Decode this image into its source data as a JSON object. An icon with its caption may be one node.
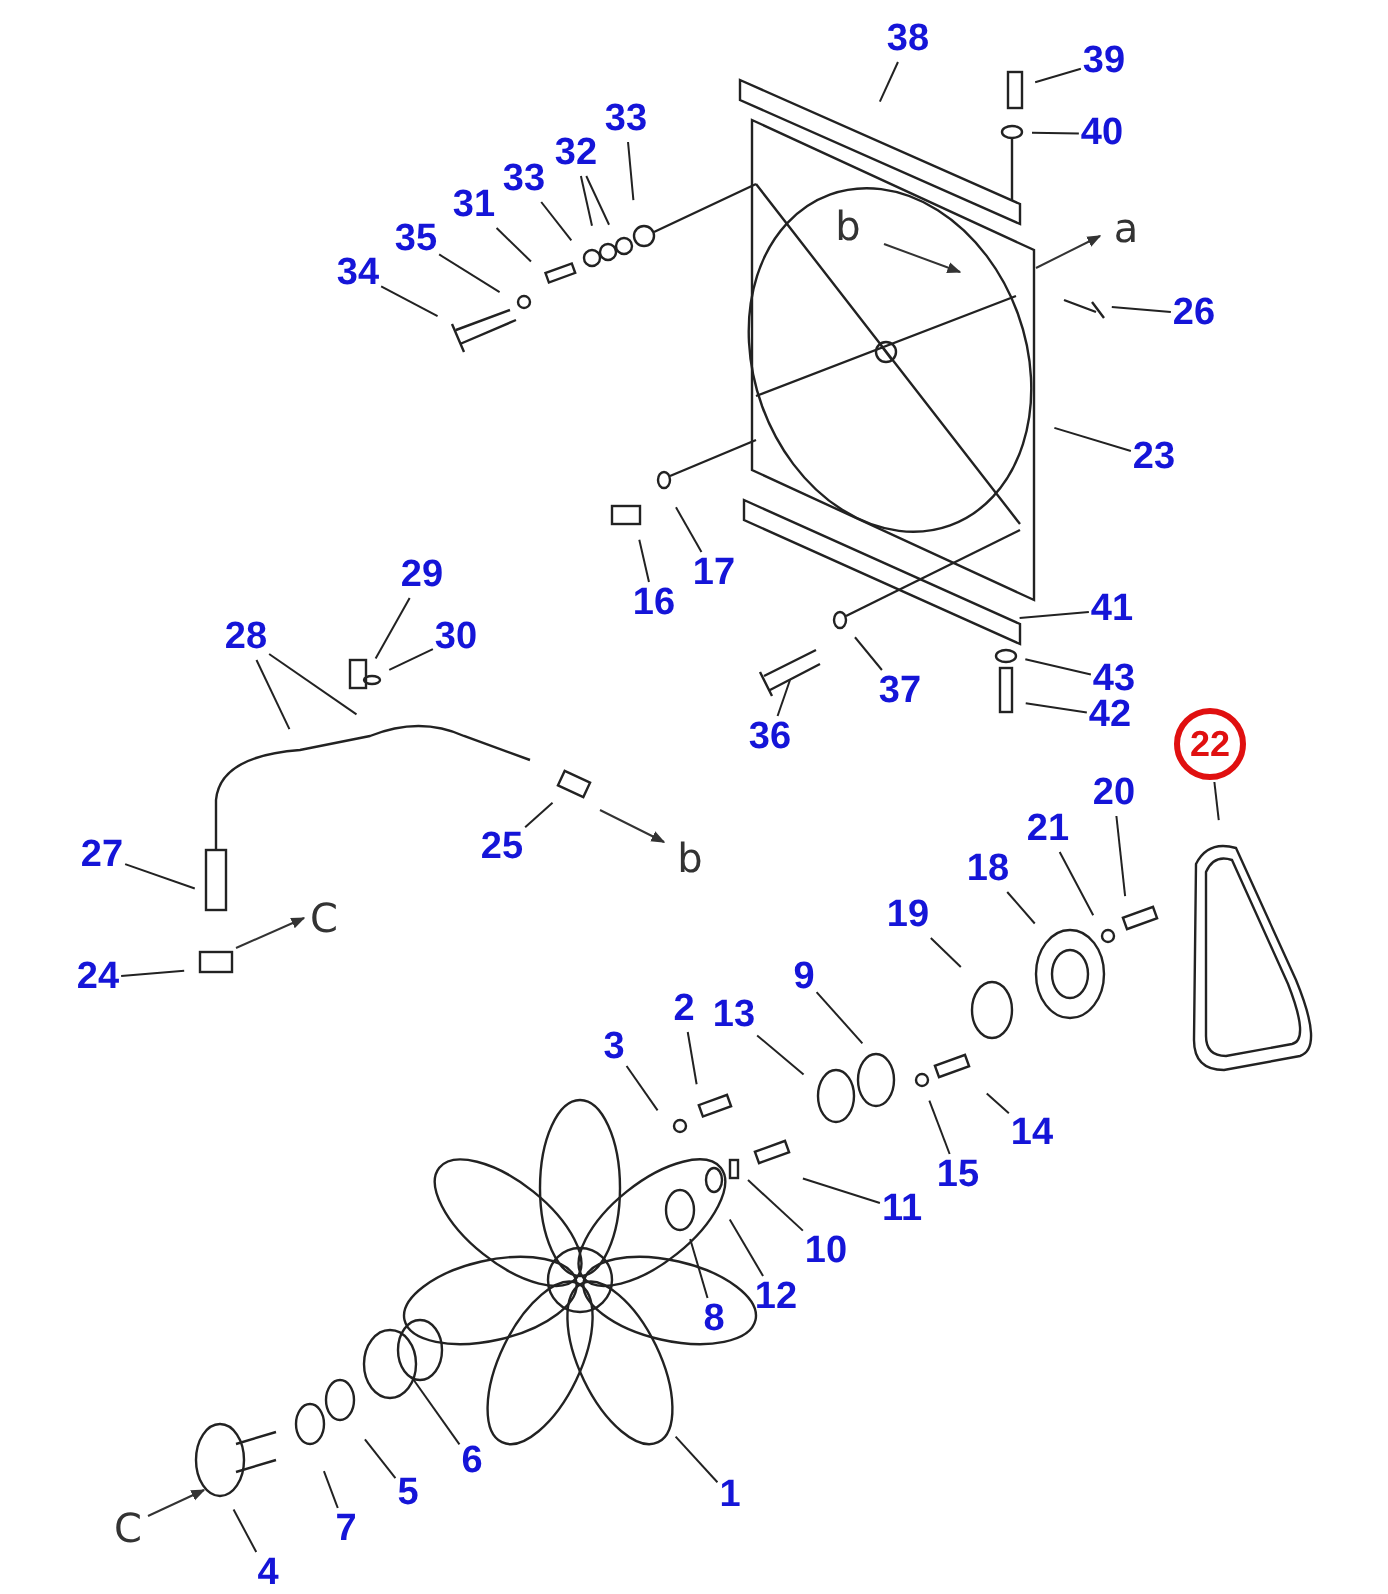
{
  "diagram": {
    "nodes": [
      {
        "text": [
          "38"
        ]
      },
      {
        "text": [
          "39"
        ]
      },
      {
        "text": [
          "33"
        ]
      },
      {
        "text": [
          "40"
        ]
      },
      {
        "text": [
          "32"
        ]
      },
      {
        "text": [
          "33"
        ]
      },
      {
        "text": [
          "31"
        ]
      },
      {
        "text": [
          "35"
        ]
      },
      {
        "text": [
          "34"
        ]
      },
      {
        "text": [
          "26"
        ]
      },
      {
        "text": [
          "23"
        ]
      },
      {
        "text": [
          "17"
        ]
      },
      {
        "text": [
          "29"
        ]
      },
      {
        "text": [
          "16"
        ]
      },
      {
        "text": [
          "41"
        ]
      },
      {
        "text": [
          "28"
        ]
      },
      {
        "text": [
          "30"
        ]
      },
      {
        "text": [
          "43"
        ]
      },
      {
        "text": [
          "37"
        ]
      },
      {
        "text": [
          "42"
        ]
      },
      {
        "text": [
          "36"
        ]
      },
      {
        "text": [
          "22"
        ]
      },
      {
        "text": [
          "20"
        ]
      },
      {
        "text": [
          "21"
        ]
      },
      {
        "text": [
          "25"
        ]
      },
      {
        "text": [
          "27"
        ]
      },
      {
        "text": [
          "18"
        ]
      },
      {
        "text": [
          "19"
        ]
      },
      {
        "text": [
          "24"
        ]
      },
      {
        "text": [
          "9"
        ]
      },
      {
        "text": [
          "2"
        ]
      },
      {
        "text": [
          "13"
        ]
      },
      {
        "text": [
          "3"
        ]
      },
      {
        "text": [
          "14"
        ]
      },
      {
        "text": [
          "15"
        ]
      },
      {
        "text": [
          "11"
        ]
      },
      {
        "text": [
          "10"
        ]
      },
      {
        "text": [
          "12"
        ]
      },
      {
        "text": [
          "8"
        ]
      },
      {
        "text": [
          "6"
        ]
      },
      {
        "text": [
          "5"
        ]
      },
      {
        "text": [
          "1"
        ]
      },
      {
        "text": [
          "7"
        ]
      },
      {
        "text": [
          "4"
        ]
      }
    ],
    "edges": [
      {
        "from": 0,
        "to": null,
        "arrow": "none"
      },
      {
        "from": 1,
        "to": null,
        "arrow": "none"
      },
      {
        "from": 2,
        "to": null,
        "arrow": "none"
      },
      {
        "from": 3,
        "to": null,
        "arrow": "none"
      },
      {
        "from": 4,
        "to": null,
        "arrow": "none"
      },
      {
        "from": 4,
        "to": null,
        "arrow": "none"
      },
      {
        "from": 5,
        "to": null,
        "arrow": "none"
      },
      {
        "from": 6,
        "to": null,
        "arrow": "none"
      },
      {
        "from": 7,
        "to": null,
        "arrow": "none"
      },
      {
        "from": 8,
        "to": null,
        "arrow": "none"
      },
      {
        "from": 9,
        "to": null,
        "arrow": "none"
      },
      {
        "from": 10,
        "to": null,
        "arrow": "none"
      },
      {
        "from": 11,
        "to": null,
        "arrow": "none"
      },
      {
        "from": 12,
        "to": null,
        "arrow": "none"
      },
      {
        "from": 13,
        "to": null,
        "arrow": "none"
      },
      {
        "from": 14,
        "to": null,
        "arrow": "none"
      },
      {
        "from": 15,
        "to": null,
        "arrow": "none"
      },
      {
        "from": 15,
        "to": null,
        "arrow": "none"
      },
      {
        "from": 16,
        "to": null,
        "arrow": "none"
      },
      {
        "from": 17,
        "to": null,
        "arrow": "none"
      },
      {
        "from": 18,
        "to": null,
        "arrow": "none"
      },
      {
        "from": 19,
        "to": null,
        "arrow": "none"
      },
      {
        "from": 20,
        "to": null,
        "arrow": "none"
      },
      {
        "from": 21,
        "to": null,
        "arrow": "none"
      },
      {
        "from": 22,
        "to": null,
        "arrow": "none"
      },
      {
        "from": 23,
        "to": null,
        "arrow": "none"
      },
      {
        "from": 24,
        "to": null,
        "arrow": "none"
      },
      {
        "from": 25,
        "to": null,
        "arrow": "none"
      },
      {
        "from": 26,
        "to": null,
        "arrow": "none"
      },
      {
        "from": 27,
        "to": null,
        "arrow": "none"
      },
      {
        "from": 28,
        "to": null,
        "arrow": "none"
      },
      {
        "from": 29,
        "to": null,
        "arrow": "none"
      },
      {
        "from": 30,
        "to": null,
        "arrow": "none"
      },
      {
        "from": 31,
        "to": null,
        "arrow": "none"
      },
      {
        "from": 32,
        "to": null,
        "arrow": "none"
      },
      {
        "from": 33,
        "to": null,
        "arrow": "none"
      },
      {
        "from": 34,
        "to": null,
        "arrow": "none"
      },
      {
        "from": 35,
        "to": null,
        "arrow": "none"
      },
      {
        "from": 36,
        "to": null,
        "arrow": "none"
      },
      {
        "from": 37,
        "to": null,
        "arrow": "none"
      },
      {
        "from": 38,
        "to": null,
        "arrow": "none"
      },
      {
        "from": 39,
        "to": null,
        "arrow": "none"
      },
      {
        "from": 40,
        "to": null,
        "arrow": "none"
      },
      {
        "from": 41,
        "to": null,
        "arrow": "none"
      },
      {
        "from": 42,
        "to": null,
        "arrow": "none"
      },
      {
        "from": 43,
        "to": null,
        "arrow": "none"
      }
    ],
    "labels": [
      "b",
      "a",
      "b",
      "C",
      "C"
    ]
  }
}
